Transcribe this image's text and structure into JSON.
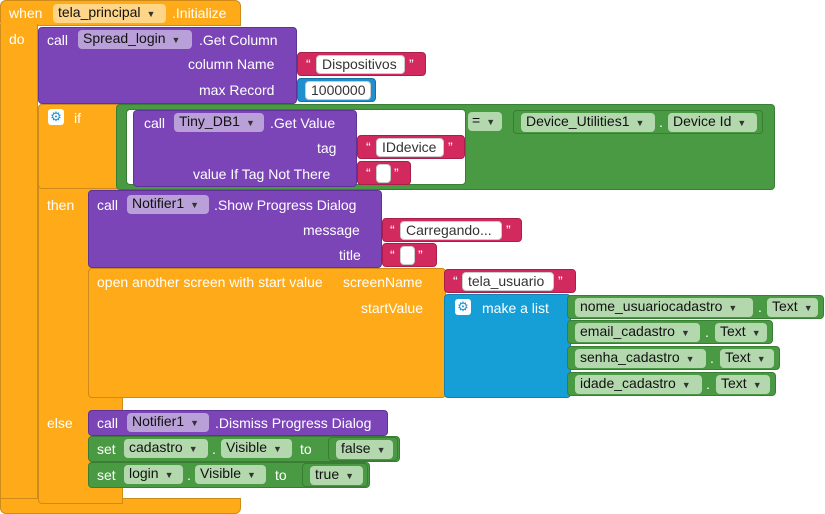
{
  "event": {
    "when": "when",
    "component": "tela_principal",
    "event_name": ".Initialize",
    "do": "do"
  },
  "get_column": {
    "call": "call",
    "component": "Spread_login",
    "method": ".Get Column",
    "arg1_label": "column Name",
    "arg1_value": "Dispositivos",
    "arg2_label": "max Record",
    "arg2_value": "1000000"
  },
  "if_block": {
    "if": "if",
    "then": "then",
    "else": "else"
  },
  "compare": {
    "operator": "="
  },
  "tinydb": {
    "call": "call",
    "component": "Tiny_DB1",
    "method": ".Get Value",
    "arg1_label": "tag",
    "arg1_value": "IDdevice",
    "arg2_label": "value If Tag Not There",
    "arg2_value": ""
  },
  "device": {
    "component": "Device_Utilities1",
    "property": "Device Id"
  },
  "progress": {
    "call": "call",
    "component": "Notifier1",
    "method": ".Show Progress Dialog",
    "arg1_label": "message",
    "arg1_value": "Carregando...",
    "arg2_label": "title",
    "arg2_value": ""
  },
  "open_screen": {
    "label": "open another screen with start value",
    "arg1_label": "screenName",
    "arg1_value": "tela_usuario",
    "arg2_label": "startValue"
  },
  "make_list": {
    "label": "make a list",
    "items": [
      {
        "component": "nome_usuariocadastro",
        "property": "Text"
      },
      {
        "component": "email_cadastro",
        "property": "Text"
      },
      {
        "component": "senha_cadastro",
        "property": "Text"
      },
      {
        "component": "idade_cadastro",
        "property": "Text"
      }
    ]
  },
  "dismiss": {
    "call": "call",
    "component": "Notifier1",
    "method": ".Dismiss Progress Dialog"
  },
  "set1": {
    "set": "set",
    "component": "cadastro",
    "property": "Visible",
    "to": "to",
    "value": "false"
  },
  "set2": {
    "set": "set",
    "component": "login",
    "property": "Visible",
    "to": "to",
    "value": "true"
  },
  "quote_open": "“",
  "quote_close": "”",
  "dot": "."
}
